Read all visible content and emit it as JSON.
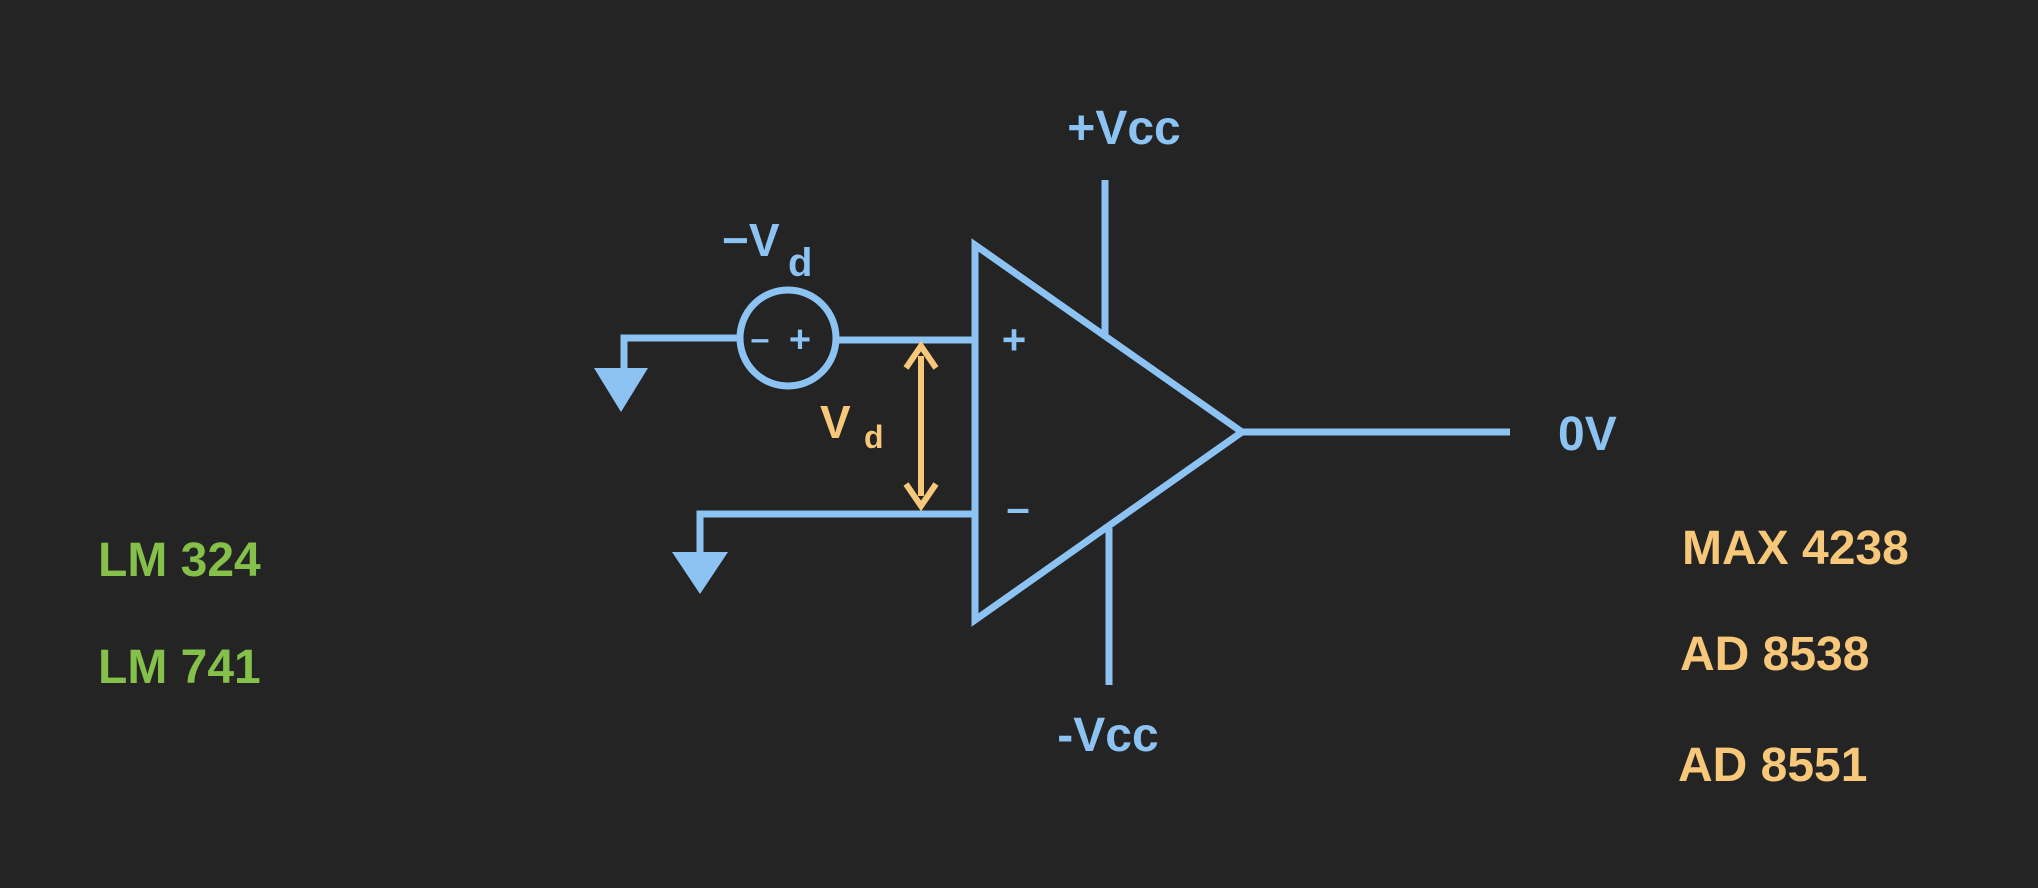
{
  "diagram": {
    "supply_positive": "+Vcc",
    "supply_negative": "-Vcc",
    "output_voltage": "0V",
    "noninverting_sign": "+",
    "inverting_sign": "–",
    "offset_source_label": "−V",
    "offset_source_subscript": "d",
    "source_minus": "–",
    "source_plus": "+",
    "differential_label": "V",
    "differential_subscript": "d"
  },
  "parts_left": [
    "LM 324",
    "LM 741"
  ],
  "parts_right": [
    "MAX 4238",
    "AD 8538",
    "AD 8551"
  ],
  "colors": {
    "background": "#242424",
    "circuit": "#8cc3f2",
    "left_parts": "#85c04a",
    "right_parts": "#f7c77a",
    "differential_arrow": "#f7c77a"
  }
}
